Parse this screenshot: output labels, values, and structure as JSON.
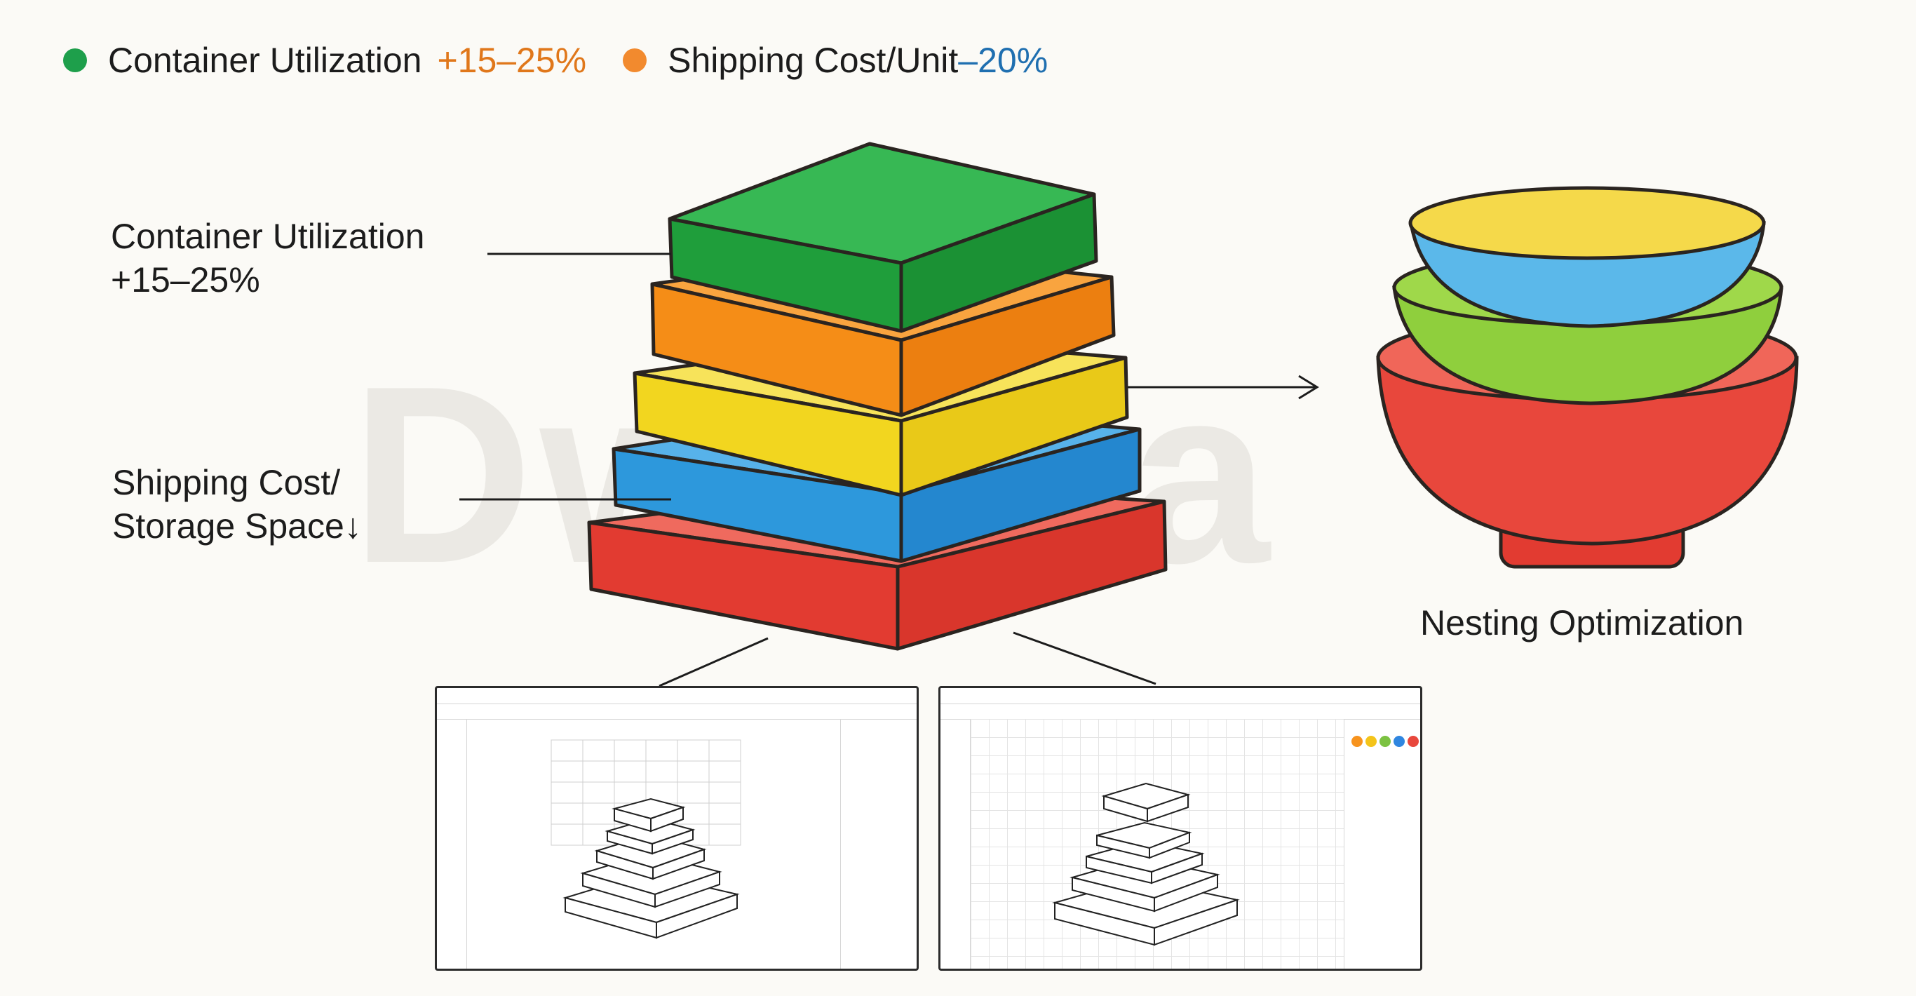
{
  "legend": [
    {
      "label": "Container Utilization",
      "value": "+15–25%",
      "dot_color": "#1e9f4b",
      "value_color": "#e0771a"
    },
    {
      "label": "Shipping Cost/Unit",
      "value": "–20%",
      "dot_color": "#f28a2e",
      "value_color": "#1f6fb0"
    }
  ],
  "callouts": {
    "utilization": [
      "Container Utilization",
      "+15–25%"
    ],
    "shipping": [
      "Shipping Cost/",
      "Storage Space↓"
    ]
  },
  "nesting_label": "Nesting Optimization",
  "watermark": "Dwelpa",
  "stack_layers": [
    {
      "name": "green",
      "color": "#24a844"
    },
    {
      "name": "orange",
      "color": "#f7931e"
    },
    {
      "name": "yellow",
      "color": "#f2d82e"
    },
    {
      "name": "blue",
      "color": "#2f9be0"
    },
    {
      "name": "red",
      "color": "#e8473c"
    }
  ],
  "bowls": [
    {
      "name": "red",
      "color": "#e8473c"
    },
    {
      "name": "green",
      "color": "#8fcf3d"
    },
    {
      "name": "blue",
      "color": "#5bb8ea"
    }
  ],
  "color_swatches": [
    "#f7931e",
    "#f4c41a",
    "#7cc242",
    "#2f86e0",
    "#e8473c"
  ]
}
